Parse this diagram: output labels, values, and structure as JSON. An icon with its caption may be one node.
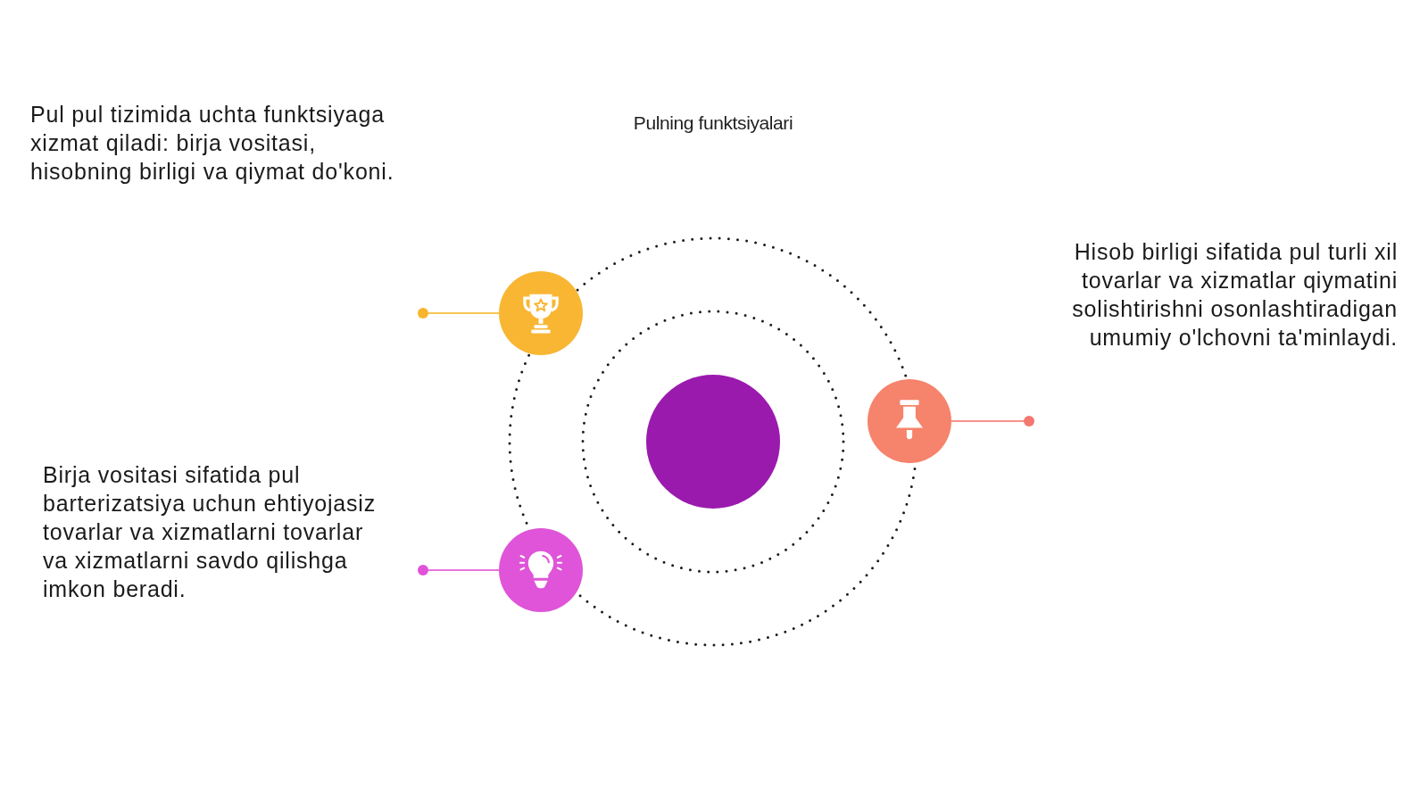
{
  "diagram": {
    "title": "Pulning funktsiyalari",
    "nodes": [
      {
        "text": [],
        "shape": "circle"
      },
      {
        "text": [],
        "shape": "circle"
      },
      {
        "text": [],
        "shape": "circle"
      },
      {
        "text": [],
        "shape": "circle"
      }
    ],
    "edges": [
      {
        "from": 1,
        "to": null,
        "arrow": "other",
        "color": "#f7b52c"
      },
      {
        "from": 2,
        "to": null,
        "arrow": "other",
        "color": "#f4786f"
      },
      {
        "from": 3,
        "to": null,
        "arrow": "other",
        "color": "#e052d8"
      }
    ],
    "labels": [
      "Pul pul tizimida uchta funktsiyaga xizmat qiladi: birja vositasi, hisobning birligi va qiymat do'koni.",
      "Hisob birligi sifatida pul turli xil tovarlar va xizmatlar qiymatini solishtirishni osonlashtiradigan umumiy o'lchovni ta'minlaydi.",
      "Birja vositasi sifatida pul barterizatsiya uchun ehtiyojasiz tovarlar va xizmatlarni tovarlar va xizmatlarni savdo qilishga imkon beradi."
    ]
  }
}
